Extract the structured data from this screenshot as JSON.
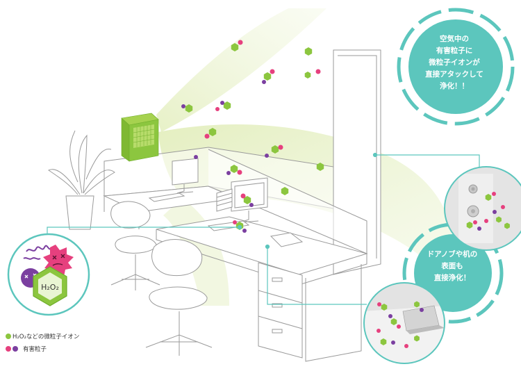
{
  "colors": {
    "accent_teal": "#5cc6bd",
    "ion_green": "#8cc63f",
    "ion_green_dark": "#6fae2b",
    "particle_pink": "#e6407e",
    "particle_purple": "#7b3fa0",
    "airflow": "#e6f0c4",
    "line_art": "#9a9a9a"
  },
  "callouts": {
    "top_lines": [
      "空気中の",
      "有害粒子に",
      "微粒子イオンが",
      "直接アタックして",
      "浄化！！"
    ],
    "bottom_lines": [
      "ドアノブや机の",
      "表面も",
      "直接浄化！"
    ]
  },
  "inset": {
    "molecule_label": "H₂O₂"
  },
  "legend": {
    "ion_label": "H₂O₂などの微粒子イオン",
    "particle_label": "有害粒子"
  }
}
